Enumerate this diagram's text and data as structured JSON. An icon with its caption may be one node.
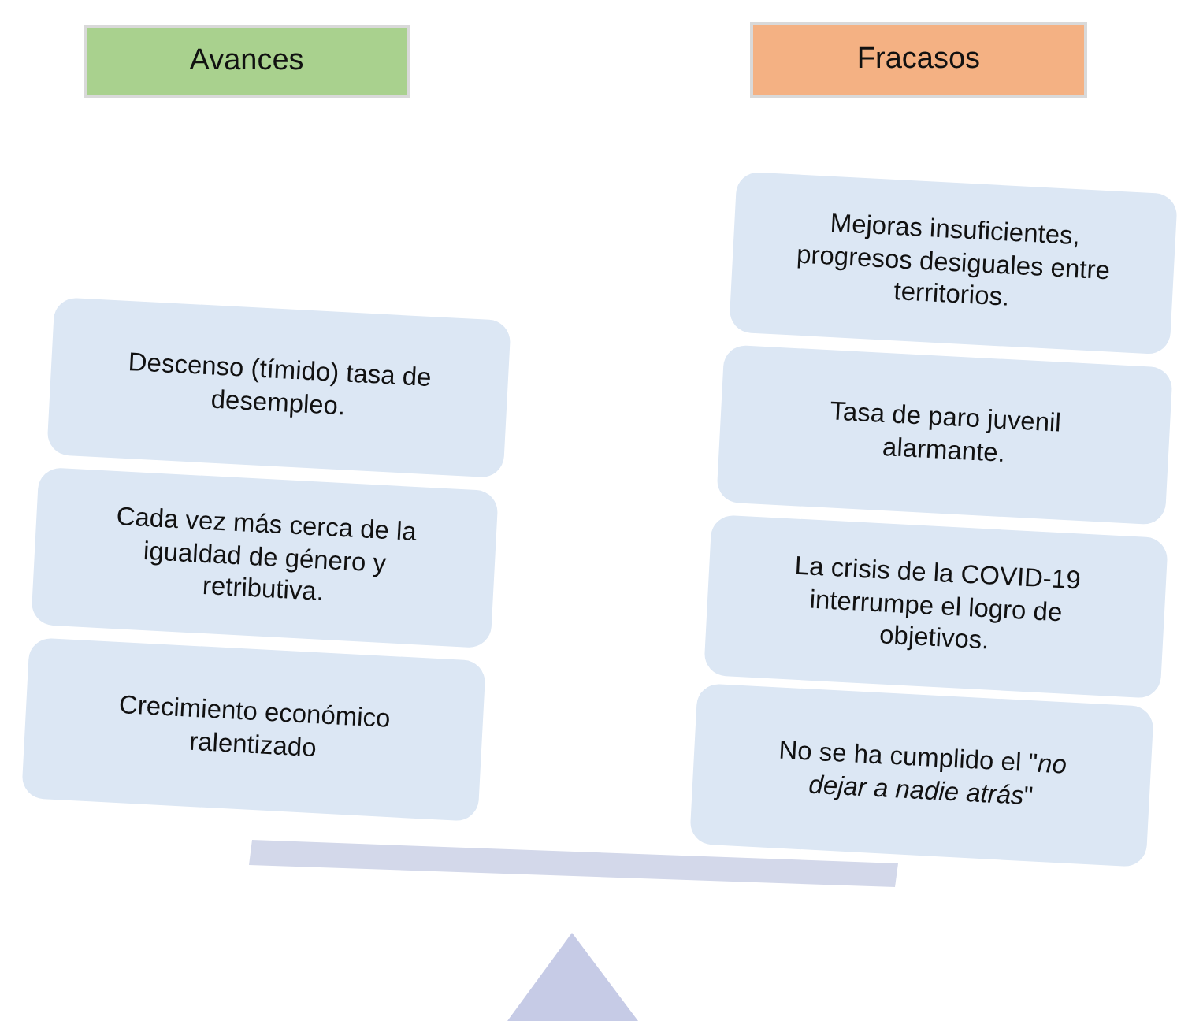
{
  "diagram": {
    "nodes": [
      {
        "text": [
          "Avances"
        ]
      },
      {
        "text": [
          "Fracasos"
        ]
      },
      {
        "text": [
          "Descenso (tímido) tasa de desempleo."
        ]
      },
      {
        "text": [
          "Cada vez más cerca de la igualdad de género y retributiva."
        ]
      },
      {
        "text": [
          "Crecimiento económico ralentizado"
        ]
      },
      {
        "text": [
          "Mejoras insuficientes, progresos desiguales entre territorios."
        ]
      },
      {
        "text": [
          "Tasa de paro juvenil alarmante."
        ]
      },
      {
        "text": [
          "La crisis de la COVID-19 interrumpe el logro de objetivos."
        ]
      },
      {
        "text": [
          "No se ha cumplido el  \"*no dejar a nadie atrás*\""
        ]
      }
    ]
  }
}
